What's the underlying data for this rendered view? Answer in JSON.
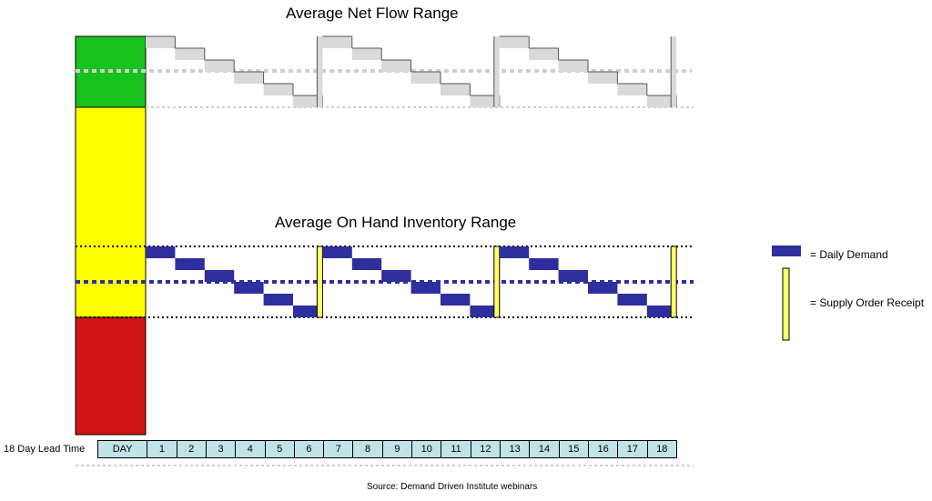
{
  "titles": {
    "net_flow": "Average Net Flow Range",
    "on_hand": "Average On Hand Inventory Range"
  },
  "legend": {
    "daily_demand": "= Daily Demand",
    "supply_order_receipt": "= Supply Order Receipt"
  },
  "lead_time_label": "18 Day Lead Time",
  "timeline": {
    "header": "DAY",
    "days": [
      "1",
      "2",
      "3",
      "4",
      "5",
      "6",
      "7",
      "8",
      "9",
      "10",
      "11",
      "12",
      "13",
      "14",
      "15",
      "16",
      "17",
      "18"
    ]
  },
  "source": "Source: Demand Driven Institute webinars",
  "colors": {
    "green_zone": "#17c21c",
    "yellow_zone": "#ffff00",
    "red_zone": "#d01515",
    "demand_block": "#2e2e9e",
    "supply_bar": "#ffff66",
    "net_flow_block": "#d9d9d9",
    "timeline_fill": "#bfe3e6"
  }
}
